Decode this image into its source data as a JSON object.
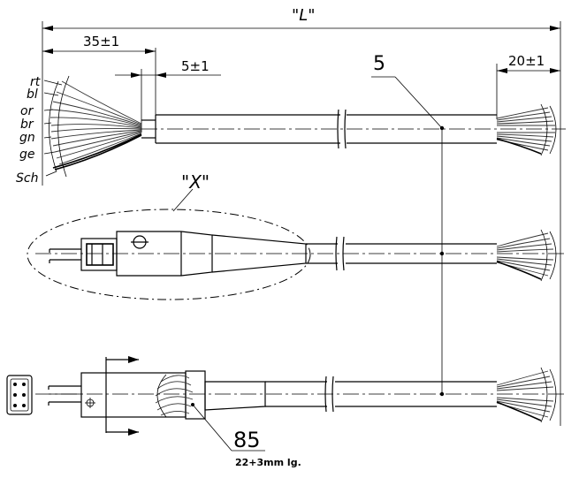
{
  "dimensions": {
    "overall_length": "\"L\"",
    "strip_length_left": "35±1",
    "inner_strip": "5±1",
    "strip_length_right": "20±1"
  },
  "callouts": {
    "cable_item": "5",
    "connector_item": "85",
    "connector_note": "22+3mm lg.",
    "detail_label": "\"X\""
  },
  "wire_colors": [
    "rt",
    "bl",
    "or",
    "br",
    "gn",
    "ge",
    "Sch"
  ]
}
